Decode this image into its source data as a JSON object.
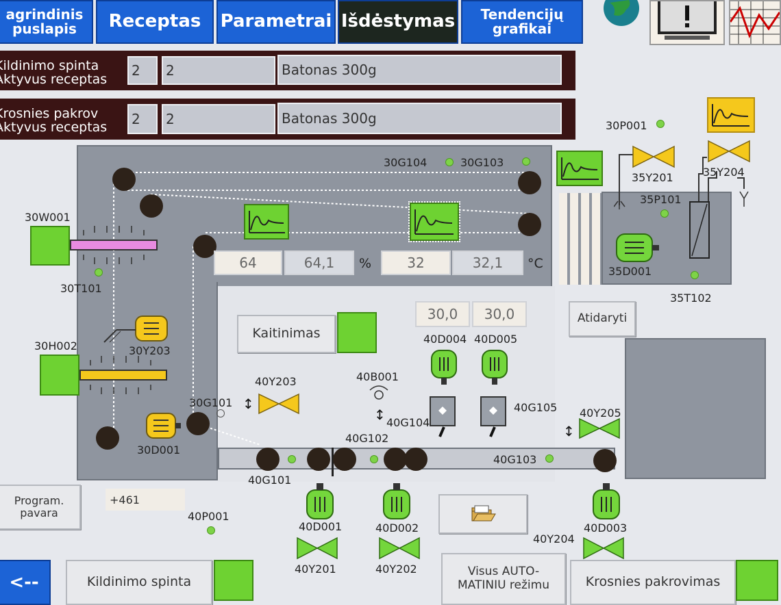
{
  "tabs": [
    {
      "label": "agrindinis\npuslapis"
    },
    {
      "label": "Receptas"
    },
    {
      "label": "Parametrai"
    },
    {
      "label": "Išdėstymas"
    },
    {
      "label": "Tendencijų\ngrafikai"
    }
  ],
  "recipes": [
    {
      "label": "Kildinimo spinta\nAktyvus receptas",
      "num1": "2",
      "num2": "2",
      "name": "Batonas 300g"
    },
    {
      "label": "Krosnies pakrov\nAktyvus receptas",
      "num1": "2",
      "num2": "2",
      "name": "Batonas 300g"
    }
  ],
  "tags": {
    "g104_top": "30G104",
    "g103_top": "30G103",
    "p001": "30P001",
    "y201": "35Y201",
    "y204": "35Y204",
    "p101": "35P101",
    "d001_35": "35D001",
    "t102": "35T102",
    "w001": "30W001",
    "t101": "30T101",
    "h002": "30H002",
    "y203_30": "30Y203",
    "g101_30": "30G101",
    "d001_30": "30D001",
    "y203_40": "40Y203",
    "b001": "40B001",
    "g104_40": "40G104",
    "g102_40": "40G102",
    "d004": "40D004",
    "d005": "40D005",
    "g105": "40G105",
    "y205": "40Y205",
    "g103_40": "40G103",
    "g101_40": "40G101",
    "p001_40": "40P001",
    "d001_40": "40D001",
    "d002_40": "40D002",
    "y204_40": "40Y204",
    "d003_40": "40D003",
    "y201_40": "40Y201",
    "y202_40": "40Y202"
  },
  "process": {
    "humidity_set": "64",
    "humidity_act": "64,1",
    "humidity_unit": "%",
    "temp_set": "32",
    "temp_act": "32,1",
    "temp_unit": "°C",
    "heating_label": "Kaitinimas",
    "value_a": "30,0",
    "value_b": "30,0",
    "open_label": "Atidaryti",
    "counter": "+461"
  },
  "bottom": {
    "prog_drive": "Program.\npavara",
    "back": "<--",
    "proofing": "Kildinimo spinta",
    "all_auto": "Visus AUTO-\nMATINIU režimu",
    "oven_load": "Krosnies pakrovimas"
  },
  "colors": {
    "tab_blue": "#1c63d6",
    "tab_selected": "#1d261f",
    "active_green": "#6ed232",
    "yellow": "#f5c81c",
    "recipe_bar": "#3a1414"
  }
}
